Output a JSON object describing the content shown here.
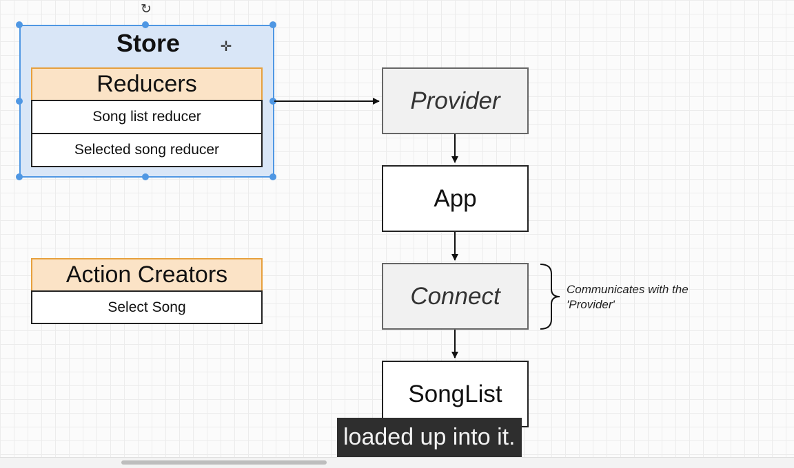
{
  "store": {
    "title": "Store",
    "reducers": {
      "header": "Reducers",
      "items": [
        "Song list reducer",
        "Selected song reducer"
      ]
    }
  },
  "action_creators": {
    "header": "Action Creators",
    "items": [
      "Select Song"
    ]
  },
  "flow": {
    "provider": "Provider",
    "app": "App",
    "connect": "Connect",
    "songlist": "SongList"
  },
  "annotation": {
    "line1": "Communicates with the",
    "line2": "'Provider'"
  },
  "caption": "loaded up into it.",
  "colors": {
    "selection": "#4f97e3",
    "store_fill": "#d9e6f7",
    "header_fill": "#fbe3c6",
    "header_border": "#e7a03d"
  }
}
